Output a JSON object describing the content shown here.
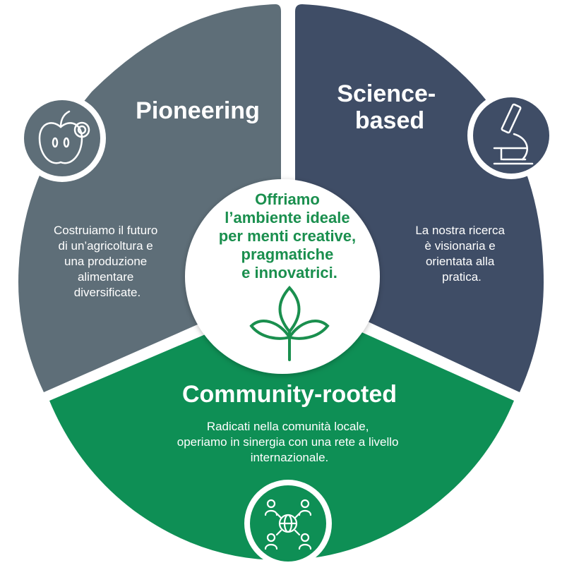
{
  "center": {
    "lines": [
      "Offriamo",
      "l’ambiente ideale",
      "per menti creative,",
      "pragmatiche",
      "e innovatrici."
    ],
    "icon": "sprout-icon"
  },
  "segments": {
    "pioneering": {
      "title": "Pioneering",
      "body": [
        "Costruiamo il futuro",
        "di un’agricoltura e",
        "una produzione",
        "alimentare",
        "diversificate."
      ],
      "icon": "apple-icon",
      "color": "#5e6e78"
    },
    "science": {
      "title": [
        "Science-",
        "based"
      ],
      "body": [
        "La nostra ricerca",
        "è visionaria e",
        "orientata alla",
        "pratica."
      ],
      "icon": "microscope-icon",
      "color": "#3f4d66"
    },
    "community": {
      "title": "Community-rooted",
      "body": [
        "Radicati nella comunità locale,",
        "operiamo in sinergia con una rete a livello",
        "internazionale."
      ],
      "icon": "network-globe-icon",
      "color": "#0e8f55"
    }
  }
}
